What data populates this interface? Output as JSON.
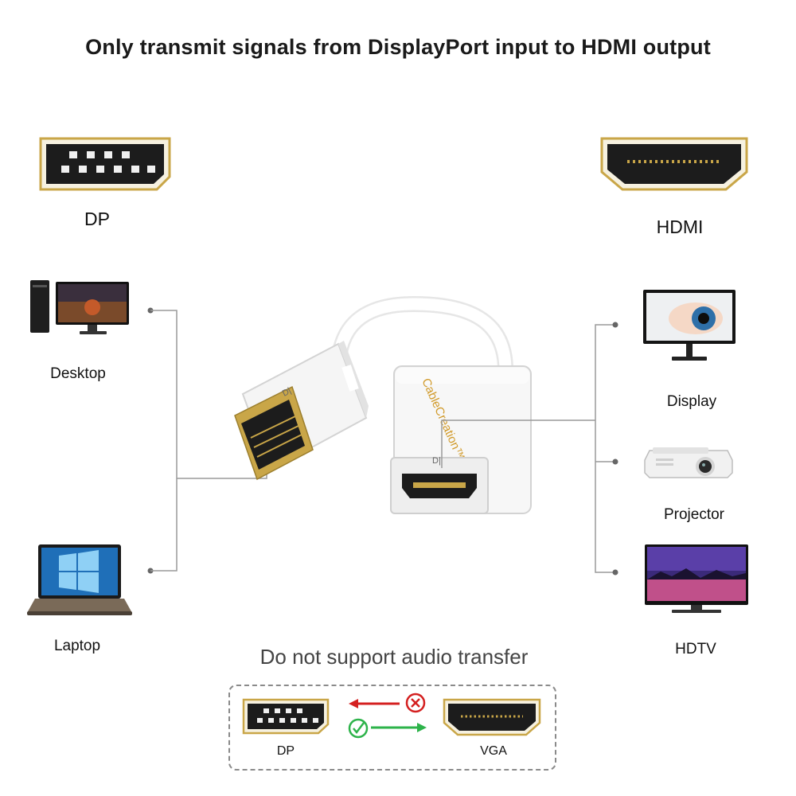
{
  "title": "Only transmit signals from DisplayPort input to HDMI output",
  "ports": {
    "input": {
      "label": "DP",
      "icon": "displayport-connector-icon"
    },
    "output": {
      "label": "HDMI",
      "icon": "hdmi-connector-icon"
    }
  },
  "sources": [
    {
      "label": "Desktop",
      "icon": "desktop-computer-icon"
    },
    {
      "label": "Laptop",
      "icon": "laptop-icon"
    }
  ],
  "destinations": [
    {
      "label": "Display",
      "icon": "monitor-icon"
    },
    {
      "label": "Projector",
      "icon": "projector-icon"
    },
    {
      "label": "HDTV",
      "icon": "tv-icon"
    }
  ],
  "adapter": {
    "brand": "CableCreation™",
    "icon": "dp-to-hdmi-adapter-icon"
  },
  "audio_note": "Do not support audio transfer",
  "direction_box": {
    "left_label": "DP",
    "right_label": "VGA",
    "reverse_status": "not supported",
    "forward_status": "supported"
  },
  "colors": {
    "gold": "#c9a648",
    "connector_dark": "#1c1c1c",
    "reject_red": "#d42020",
    "accept_green": "#2db34a",
    "line_gray": "#9a9a9a"
  }
}
